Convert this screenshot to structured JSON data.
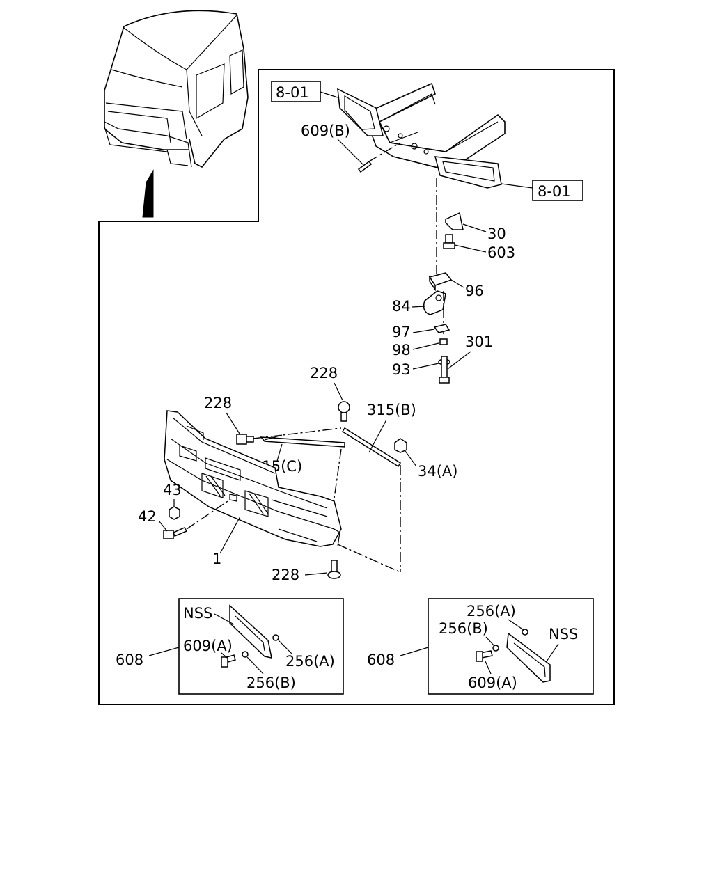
{
  "refs": {
    "r1": "8-01",
    "r2": "8-01"
  },
  "labels": {
    "p609b": "609(B)",
    "p30": "30",
    "p603": "603",
    "p96": "96",
    "p84": "84",
    "p97": "97",
    "p98": "98",
    "p93": "93",
    "p301": "301",
    "p228a": "228",
    "p228b": "228",
    "p315b": "315(B)",
    "p315c": "315(C)",
    "p34a": "34(A)",
    "p43": "43",
    "p42": "42",
    "p1": "1",
    "p228c": "228"
  },
  "left_inset": {
    "nss": "NSS",
    "p609a": "609(A)",
    "p256b": "256(B)",
    "p256a": "256(A)",
    "p608": "608"
  },
  "right_inset": {
    "p256a": "256(A)",
    "p256b": "256(B)",
    "nss": "NSS",
    "p609a": "609(A)",
    "p608": "608"
  }
}
